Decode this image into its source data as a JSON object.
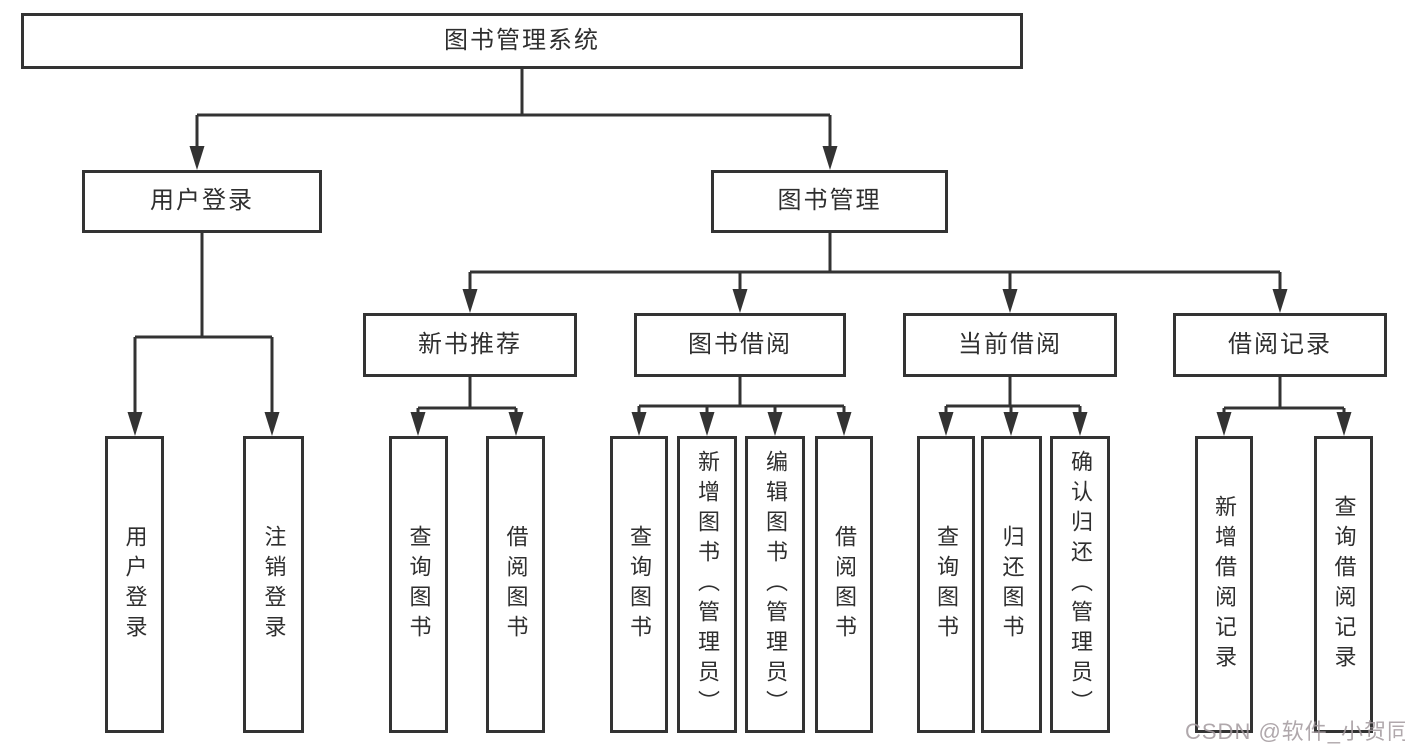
{
  "colors": {
    "line": "#333333",
    "text": "#2f2f2f",
    "background": "#ffffff",
    "watermark": "#a39a9e"
  },
  "watermark": {
    "text": "CSDN @软件_小贺同学"
  },
  "tree": {
    "root": {
      "label": "图书管理系统"
    },
    "branches": [
      {
        "label": "用户登录",
        "children": [
          {
            "label": "用户登录"
          },
          {
            "label": "注销登录"
          }
        ]
      },
      {
        "label": "图书管理",
        "groups": [
          {
            "label": "新书推荐",
            "children": [
              {
                "label": "查询图书"
              },
              {
                "label": "借阅图书"
              }
            ]
          },
          {
            "label": "图书借阅",
            "children": [
              {
                "label": "查询图书"
              },
              {
                "label": "新增图书（管理员）"
              },
              {
                "label": "编辑图书（管理员）"
              },
              {
                "label": "借阅图书"
              }
            ]
          },
          {
            "label": "当前借阅",
            "children": [
              {
                "label": "查询图书"
              },
              {
                "label": "归还图书"
              },
              {
                "label": "确认归还（管理员）"
              }
            ]
          },
          {
            "label": "借阅记录",
            "children": [
              {
                "label": "新增借阅记录"
              },
              {
                "label": "查询借阅记录"
              }
            ]
          }
        ]
      }
    ]
  }
}
